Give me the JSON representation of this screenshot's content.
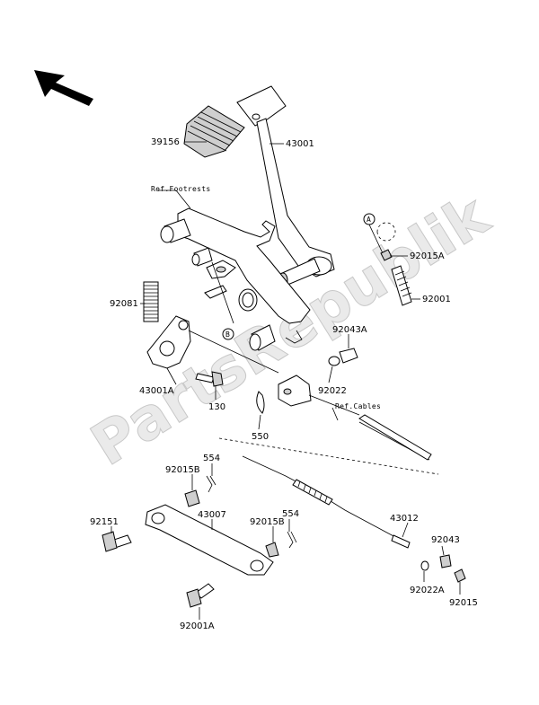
{
  "watermark": "PartsRepublik",
  "references": {
    "footrests": "Ref.Footrests",
    "cables": "Ref.Cables",
    "marker_a": "A",
    "marker_b": "B"
  },
  "parts": {
    "p39156": "39156",
    "p43001": "43001",
    "p92015A": "92015A",
    "p92001": "92001",
    "p92081": "92081",
    "p92043A": "92043A",
    "p43001A": "43001A",
    "p92022": "92022",
    "p130": "130",
    "p550": "550",
    "p554_1": "554",
    "p92015B_1": "92015B",
    "p92151": "92151",
    "p43007": "43007",
    "p554_2": "554",
    "p92015B_2": "92015B",
    "p43012": "43012",
    "p92043": "92043",
    "p92022A": "92022A",
    "p92015": "92015",
    "p92001A": "92001A"
  }
}
